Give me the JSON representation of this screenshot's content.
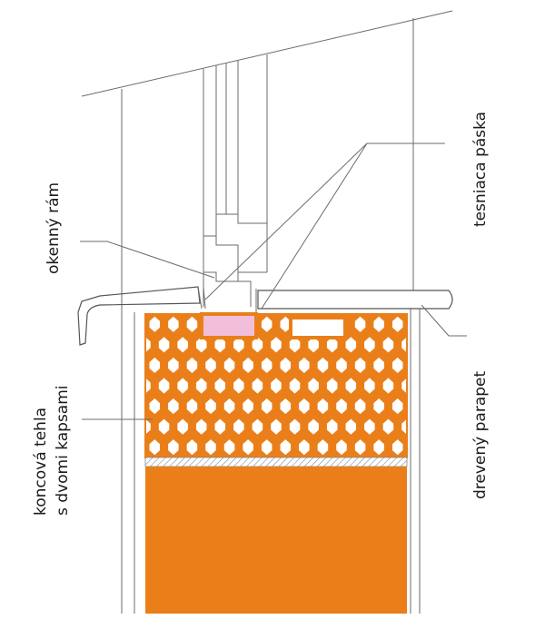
{
  "labels": {
    "window_frame": "okenný rám",
    "sealing_tape": "tesniaca páska",
    "wooden_sill": "drevený parapet",
    "end_brick_line1": "koncová tehla",
    "end_brick_line2": "s dvomi kapsami"
  },
  "colors": {
    "brick": "#ea7f1a",
    "seal": "#f2bfda",
    "lines": "#6b6b6b",
    "text": "#1a1a1a"
  }
}
